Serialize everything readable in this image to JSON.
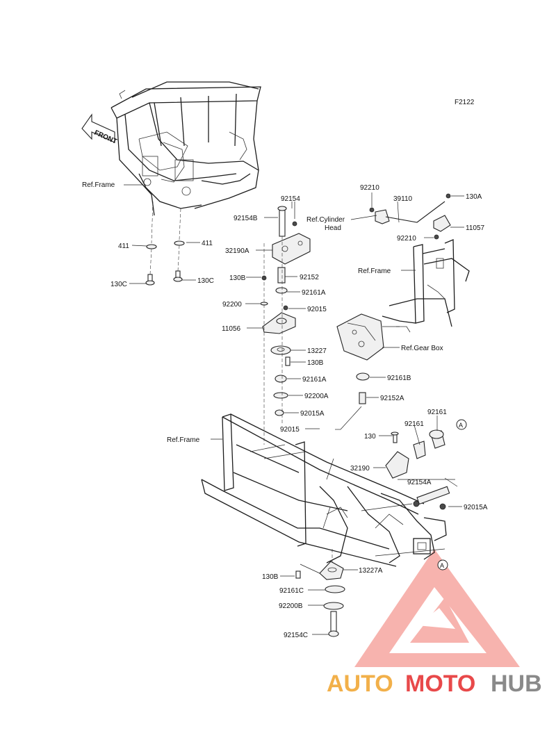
{
  "diagram_code": "F2122",
  "front_label": "FRONT",
  "callout_a": "A",
  "labels": {
    "ref_frame_top": "Ref.Frame",
    "ref_frame_right": "Ref.Frame",
    "ref_frame_bottom": "Ref.Frame",
    "ref_cylinder_head_1": "Ref.Cylinder",
    "ref_cylinder_head_2": "Head",
    "ref_gear_box": "Ref.Gear Box",
    "p411_left": "411",
    "p411_right": "411",
    "p130c_left": "130C",
    "p130c_right": "130C",
    "p92154": "92154",
    "p92154b": "92154B",
    "p32190a": "32190A",
    "p130b_a": "130B",
    "p92152": "92152",
    "p92161a_1": "92161A",
    "p92200": "92200",
    "p92015_1": "92015",
    "p11056": "11056",
    "p13227": "13227",
    "p130b_b": "130B",
    "p92161a_2": "92161A",
    "p92200a": "92200A",
    "p92015a_1": "92015A",
    "p92210_1": "92210",
    "p39110": "39110",
    "p130a": "130A",
    "p11057": "11057",
    "p92210_2": "92210",
    "p92161b": "92161B",
    "p92152a": "92152A",
    "p92015_2": "92015",
    "p130": "130",
    "p92161_1": "92161",
    "p92161_2": "92161",
    "p32190": "32190",
    "p92154a": "92154A",
    "p92015a_2": "92015A",
    "p130b_c": "130B",
    "p13227a": "13227A",
    "p92161c": "92161C",
    "p92200b": "92200B",
    "p92154c": "92154C"
  },
  "watermark": {
    "part1": "AUTO",
    "part2": "MOTO",
    "part3": "HUB",
    "colors": {
      "orange": "#f2b04a",
      "red": "#e8494a",
      "gray": "#8a8a8a",
      "logo": "#f28b82"
    }
  }
}
